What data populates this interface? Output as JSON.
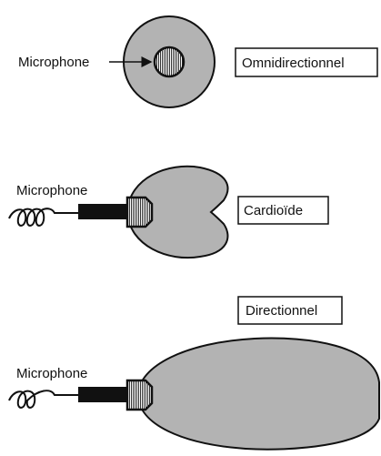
{
  "sections": [
    {
      "id": "omni",
      "mic_label": "Microphone",
      "pattern_label": "Omnidirectionnel"
    },
    {
      "id": "cardio",
      "mic_label": "Microphone",
      "pattern_label": "Cardioïde"
    },
    {
      "id": "dir",
      "mic_label": "Microphone",
      "pattern_label": "Directionnel"
    }
  ],
  "colors": {
    "pattern_fill": "#b3b3b3",
    "outline": "#111111",
    "box_fill": "#ffffff"
  }
}
